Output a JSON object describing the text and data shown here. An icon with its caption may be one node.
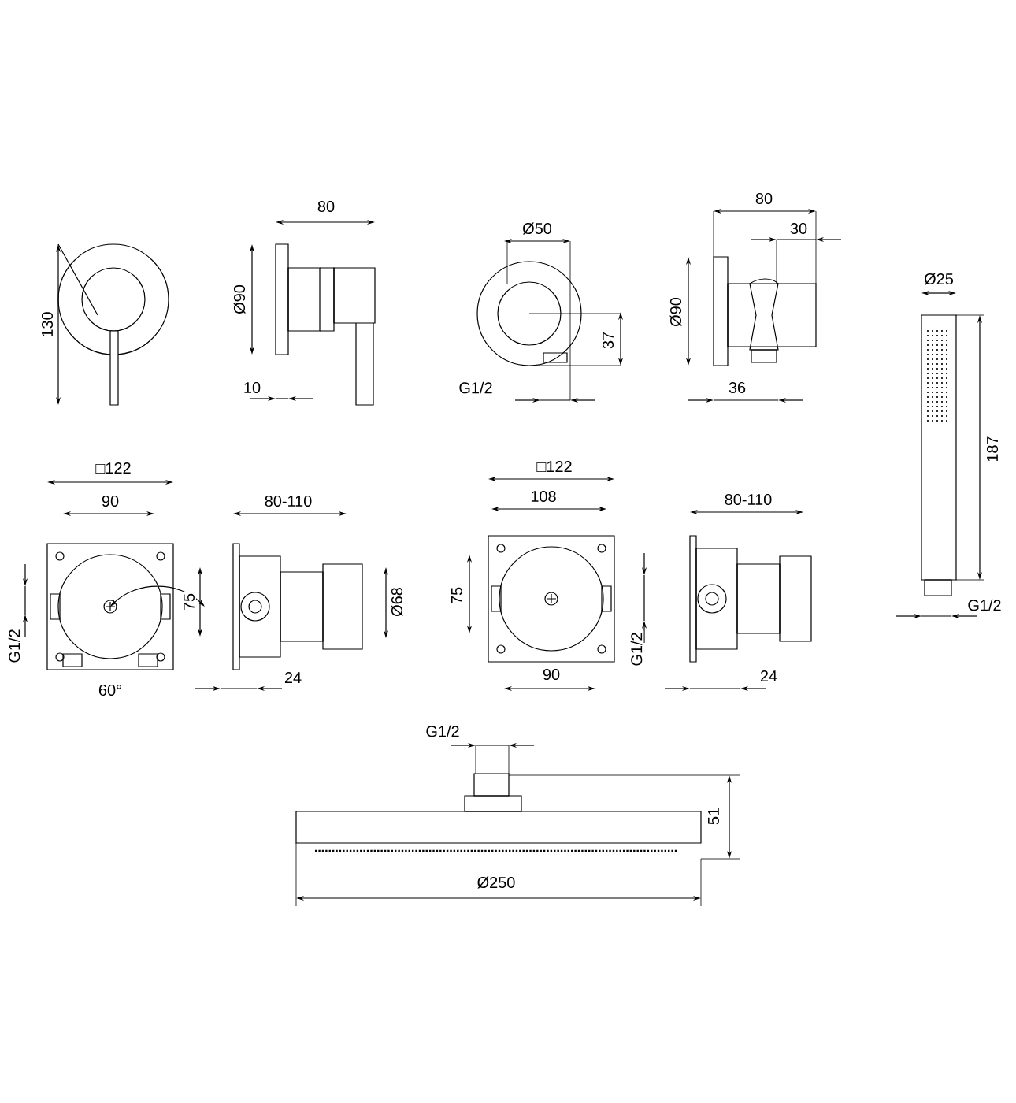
{
  "diagram": {
    "labels": [
      "130",
      "80",
      "Ø90",
      "10",
      "Ø50",
      "37",
      "G1/2",
      "80",
      "30",
      "Ø90",
      "36",
      "Ø25",
      "187",
      "G1/2",
      "□122",
      "90",
      "75",
      "G1/2",
      "60°",
      "80-110",
      "Ø68",
      "24",
      "□122",
      "108",
      "75",
      "90",
      "G1/2",
      "80-110",
      "24",
      "G1/2",
      "51",
      "Ø250"
    ]
  }
}
